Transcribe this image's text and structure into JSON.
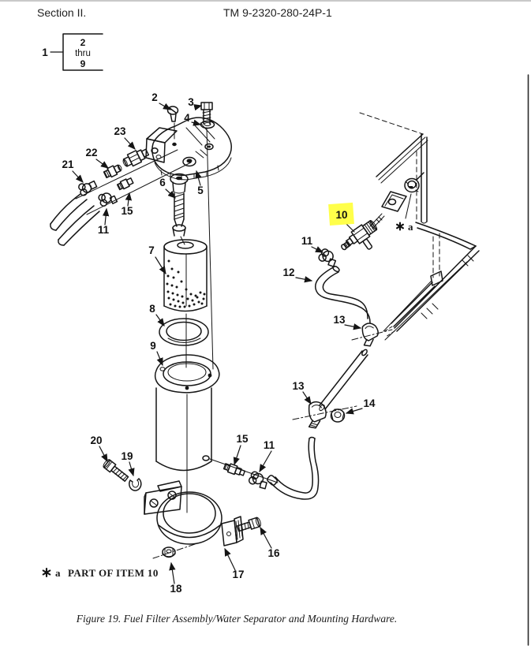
{
  "header": {
    "section": "Section II.",
    "tm_number": "TM 9-2320-280-24P-1"
  },
  "ref_box": {
    "callout": "1",
    "line1": "2",
    "line2": "thru",
    "line3": "9"
  },
  "callouts": {
    "c2": "2",
    "c3": "3",
    "c4": "4",
    "c5": "5",
    "c6": "6",
    "c7": "7",
    "c8": "8",
    "c9": "9",
    "c10": "10",
    "c11": "11",
    "c12": "12",
    "c13": "13",
    "c14": "14",
    "c15": "15",
    "c16": "16",
    "c17": "17",
    "c18": "18",
    "c19": "19",
    "c20": "20",
    "c21": "21",
    "c22": "22",
    "c23": "23",
    "star_letter": "a"
  },
  "highlight": {
    "color": "#ffff4a",
    "item": "10"
  },
  "footnote": {
    "star": "✱",
    "letter": "a",
    "text": "PART OF ITEM 10"
  },
  "caption": "Figure 19. Fuel Filter Assembly/Water Separator and Mounting Hardware."
}
